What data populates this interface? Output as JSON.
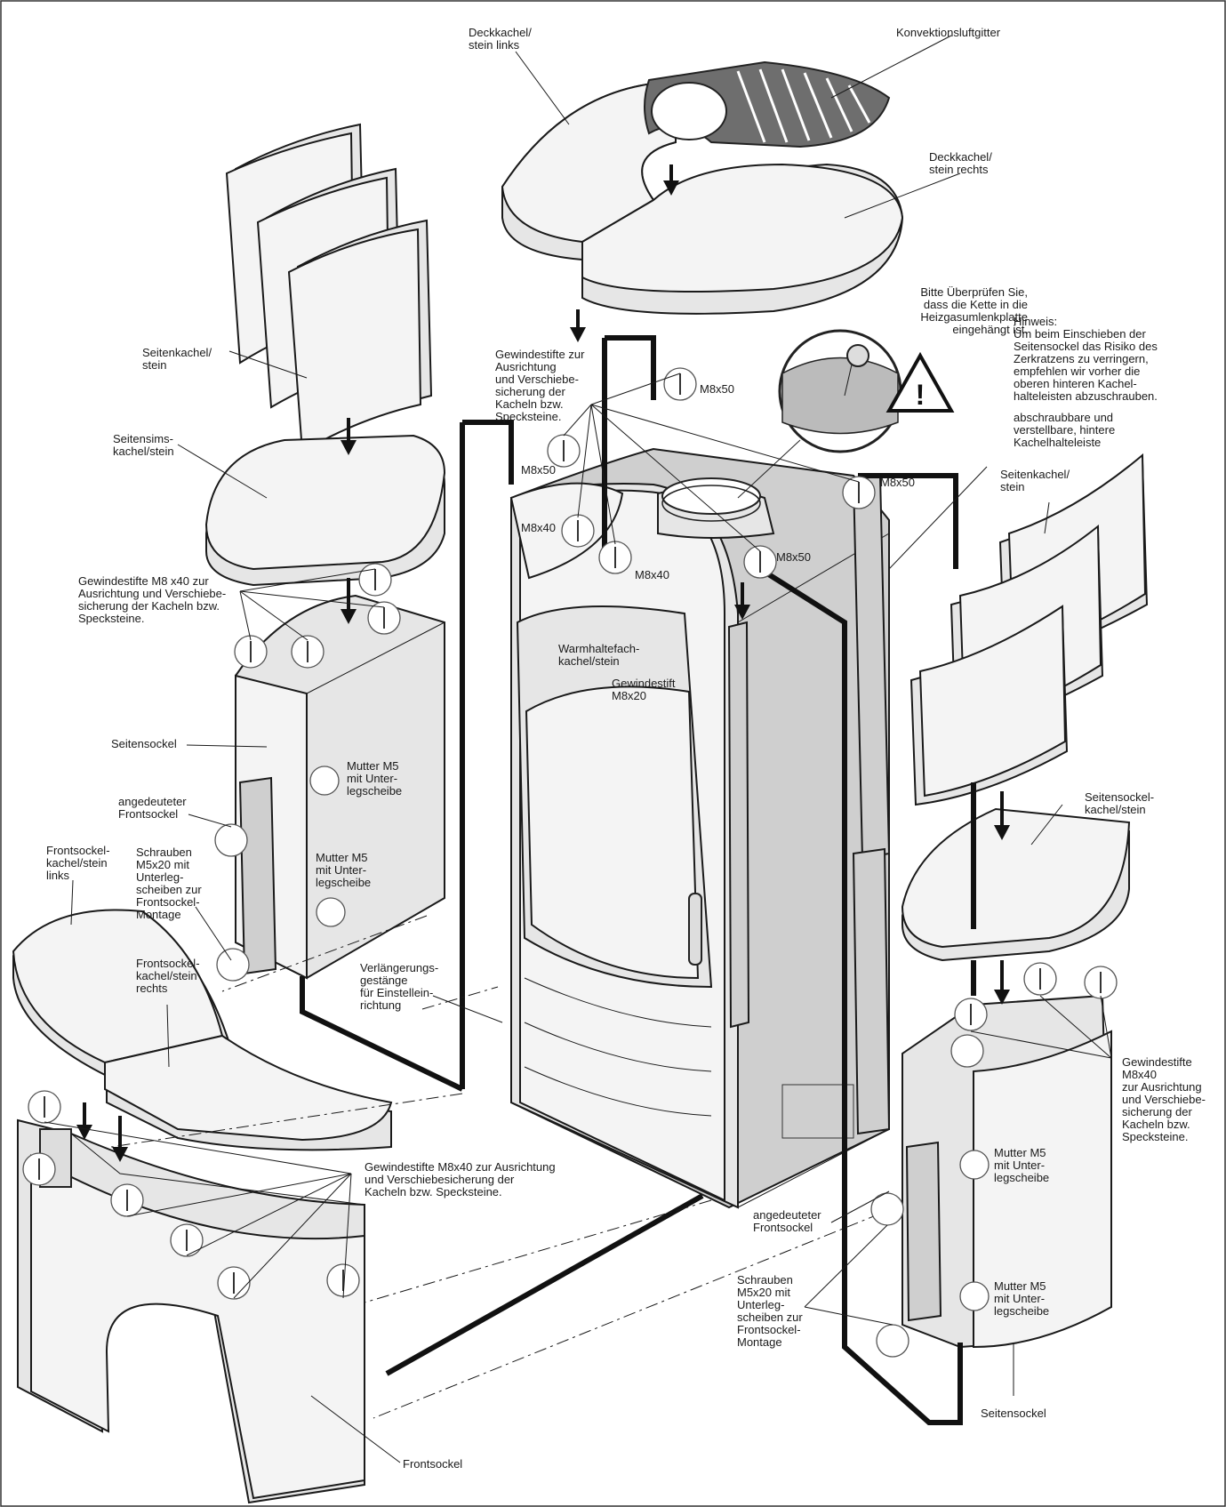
{
  "labels": {
    "deckkachel_links": "Deckkachel/\nstein links",
    "konvektionsluftgitter": "Konvektionsluftgitter",
    "deckkachel_rechts": "Deckkachel/\nstein rechts",
    "bitte_pruefen": "Bitte Überprüfen Sie,\ndass die Kette in die\nHeizgasumlenkplatte\neingehängt ist.",
    "hinweis": "Hinweis:\nUm beim Einschieben der\nSeitensockel das Risiko des\nZerkratzens zu verringern,\nempfehlen wir vorher die\noberen hinteren Kachel-\nhalteleisten abzuschrauben.",
    "abschraubbare": "abschraubbare und\nverstellbare, hintere\nKachelhalteleiste",
    "seitenkachel_links": "Seitenkachel/\nstein",
    "seitenkachel_rechts": "Seitenkachel/\nstein",
    "gewindestifte_oben": "Gewindestifte zur\nAusrichtung\nund Verschiebe-\nsicherung der\nKacheln bzw.\nSpecksteine.",
    "m8x50_a": "M8x50",
    "m8x50_b": "M8x50",
    "m8x50_c": "M8x50",
    "m8x50_d": "M8x50",
    "m8x40_a": "M8x40",
    "m8x40_b": "M8x40",
    "seitensims": "Seitensims-\nkachel/stein",
    "gewindestifte_m8x40_links": "Gewindestifte M8 x40 zur\nAusrichtung und Verschiebe-\nsicherung der Kacheln bzw.\nSpecksteine.",
    "warmhaltefach": "Warmhaltefach-\nkachel/stein",
    "gewindestift_m8x20": "Gewindestift\nM8x20",
    "seitensockel_links": "Seitensockel",
    "mutter_m5_a": "Mutter M5\nmit Unter-\nlegscheibe",
    "mutter_m5_b": "Mutter M5\nmit Unter-\nlegscheibe",
    "angedeuteter_links": "angedeuteter\nFrontsockel",
    "schrauben_links": "Schrauben\nM5x20 mit\nUnterleg-\nscheiben zur\nFrontsockel-\nMontage",
    "frontsockel_links": "Frontsockel-\nkachel/stein\nlinks",
    "frontsockel_rechts": "Frontsockel-\nkachel/stein\nrechts",
    "verlaengerung": "Verlängerungs-\ngestänge\nfür Einstellein-\nrichtung",
    "seitensockelkachel": "Seitensockel-\nkachel/stein",
    "gewindestifte_m8x40_rechts": "Gewindestifte\nM8x40\nzur Ausrichtung\nund Verschiebe-\nsicherung der\nKacheln bzw.\nSpecksteine.",
    "gewindestifte_unten": "Gewindestifte M8x40 zur Ausrichtung\nund Verschiebesicherung der\nKacheln bzw. Specksteine.",
    "mutter_m5_c": "Mutter M5\nmit Unter-\nlegscheibe",
    "mutter_m5_d": "Mutter M5\nmit Unter-\nlegscheibe",
    "angedeuteter_rechts": "angedeuteter\nFrontsockel",
    "schrauben_rechts": "Schrauben\nM5x20 mit\nUnterleg-\nscheiben zur\nFrontsockel-\nMontage",
    "seitensockel_rechts": "Seitensockel",
    "frontsockel": "Frontsockel"
  },
  "icons": {
    "warning": "warning-triangle-icon",
    "screw": "screw-icon"
  }
}
